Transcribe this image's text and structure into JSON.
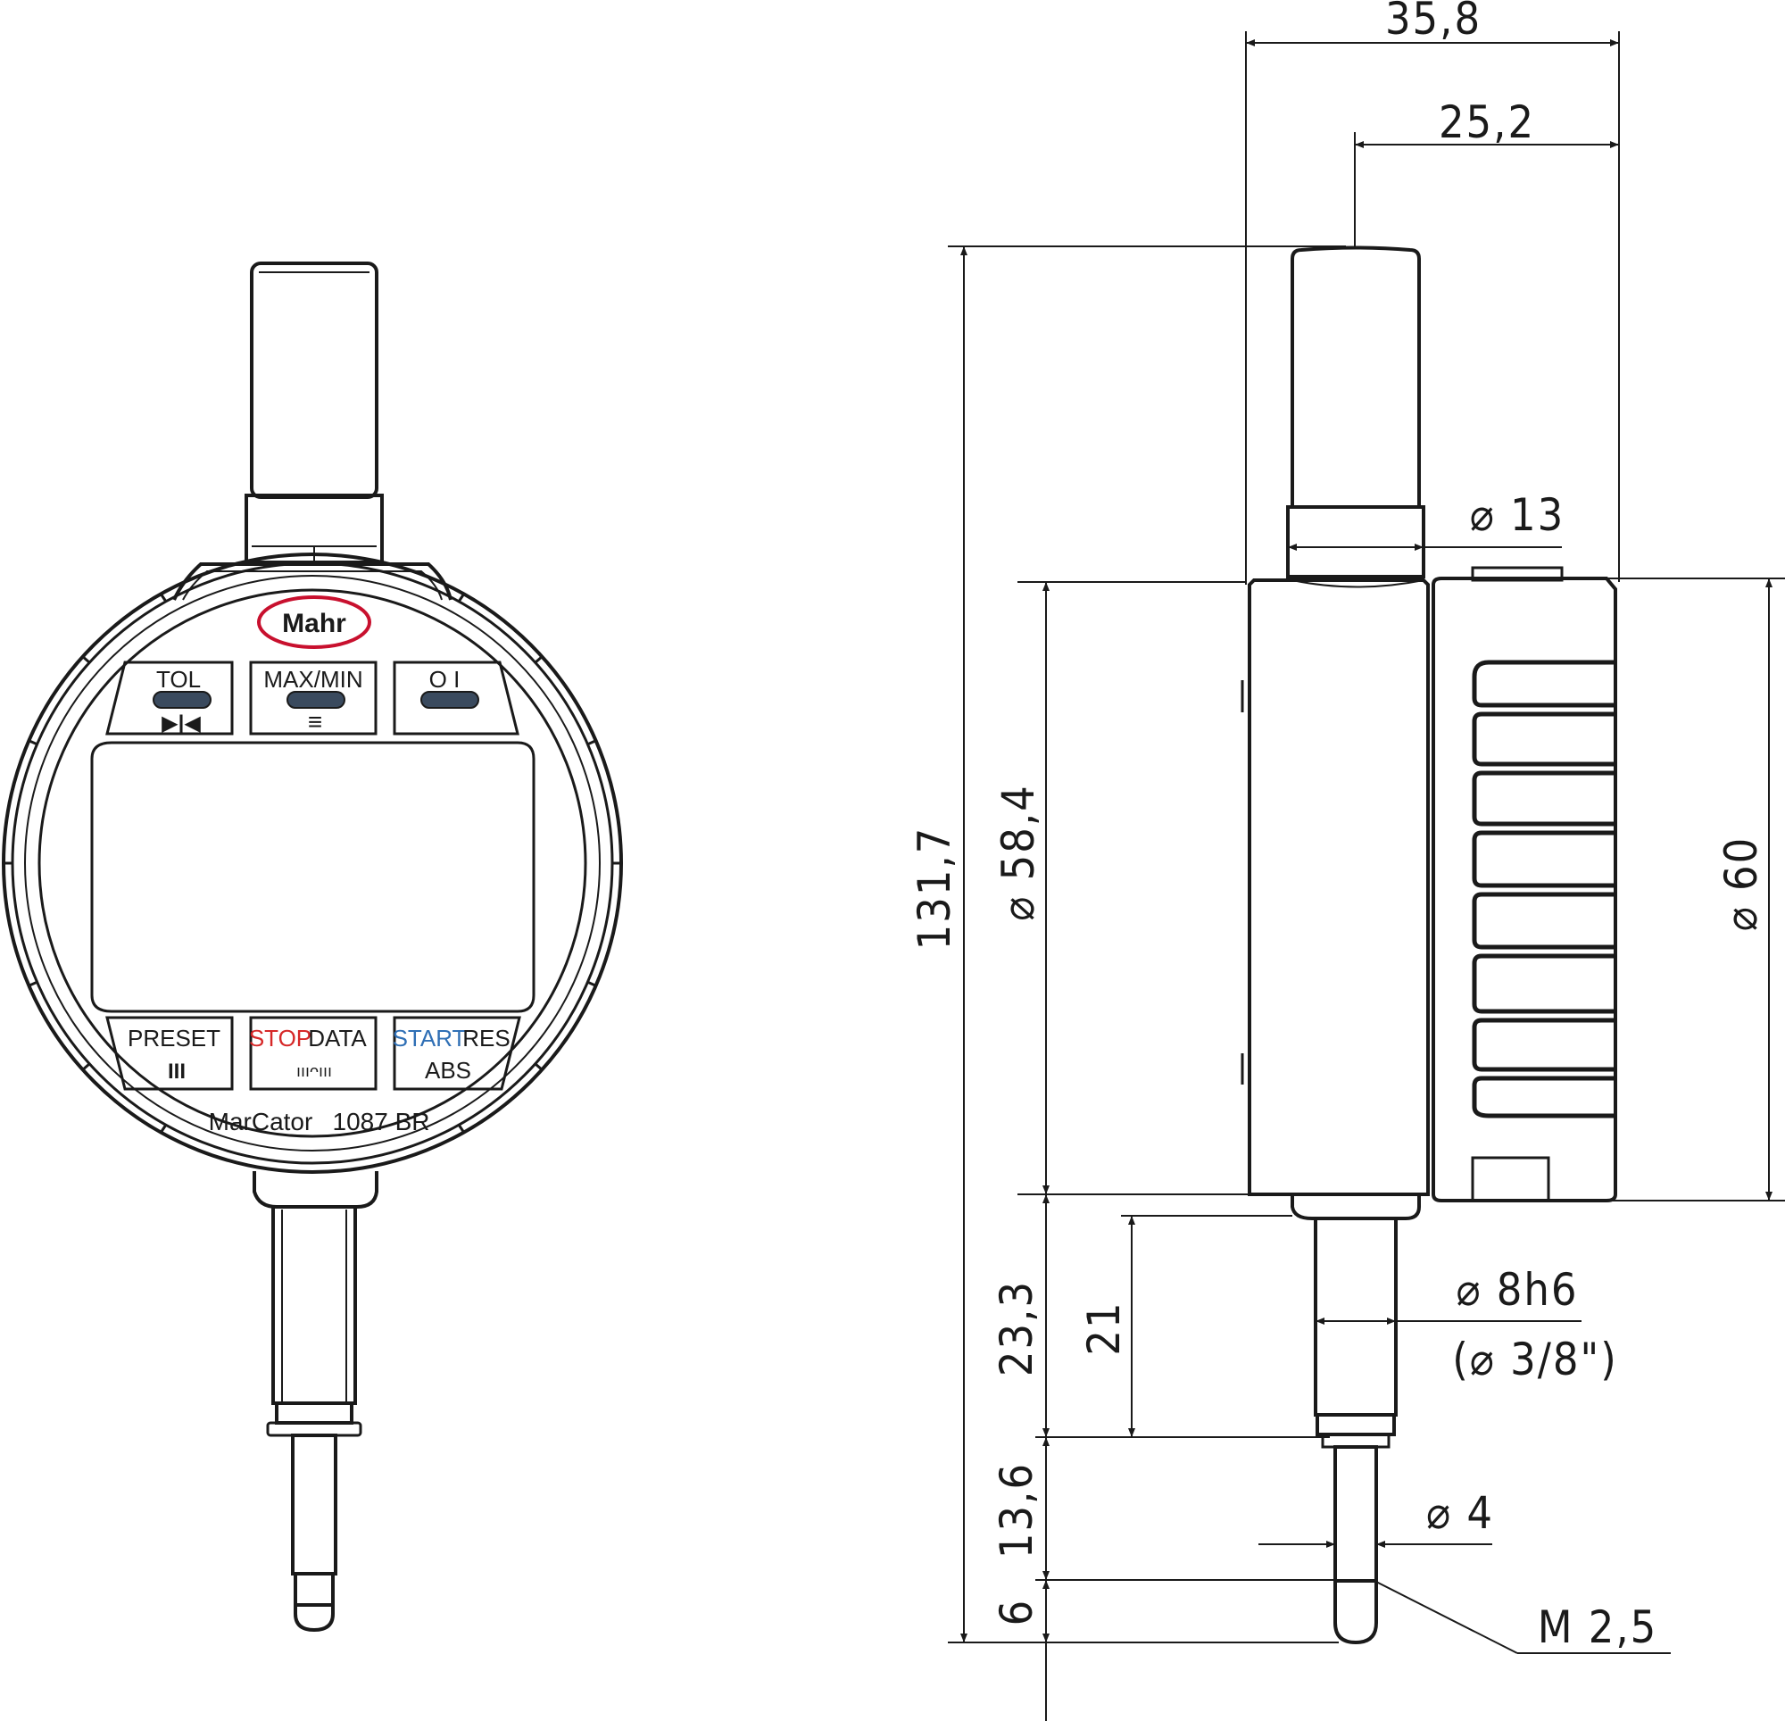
{
  "front_view": {
    "brand": "Mahr",
    "buttons_top": [
      {
        "label": "TOL",
        "sub": "▶|◀"
      },
      {
        "label": "MAX/MIN",
        "sub": "≡"
      },
      {
        "label": "O I",
        "sub": ""
      }
    ],
    "buttons_bottom": [
      {
        "label_a": "PRESET",
        "label_b": "",
        "sub": "III"
      },
      {
        "label_a": "STOP",
        "label_b": "DATA",
        "sub": "ıııᴖııı"
      },
      {
        "label_a": "START",
        "label_b": "RES",
        "sub": "ABS"
      }
    ],
    "model_name": "MarCator",
    "model_number": "1087 BR"
  },
  "dimensions": {
    "width_total": "35,8",
    "width_partial": "25,2",
    "cap_diameter": "⌀ 13",
    "body_diameter": "⌀ 58,4",
    "bezel_diameter": "⌀ 60",
    "height_total": "131,7",
    "stem_length": "23,3",
    "stem_clamp": "21",
    "stem_diameter": "⌀ 8h6",
    "stem_diameter_inch": "(⌀ 3/8\")",
    "plunger_length": "13,6",
    "plunger_diameter": "⌀ 4",
    "tip_length": "6",
    "thread": "M 2,5"
  },
  "colors": {
    "line": "#1a1a1a",
    "brand_oval": "#c8102e",
    "stop_text": "#d62828",
    "start_text": "#2f6fb5",
    "button_fill": "#3a4a5e"
  }
}
